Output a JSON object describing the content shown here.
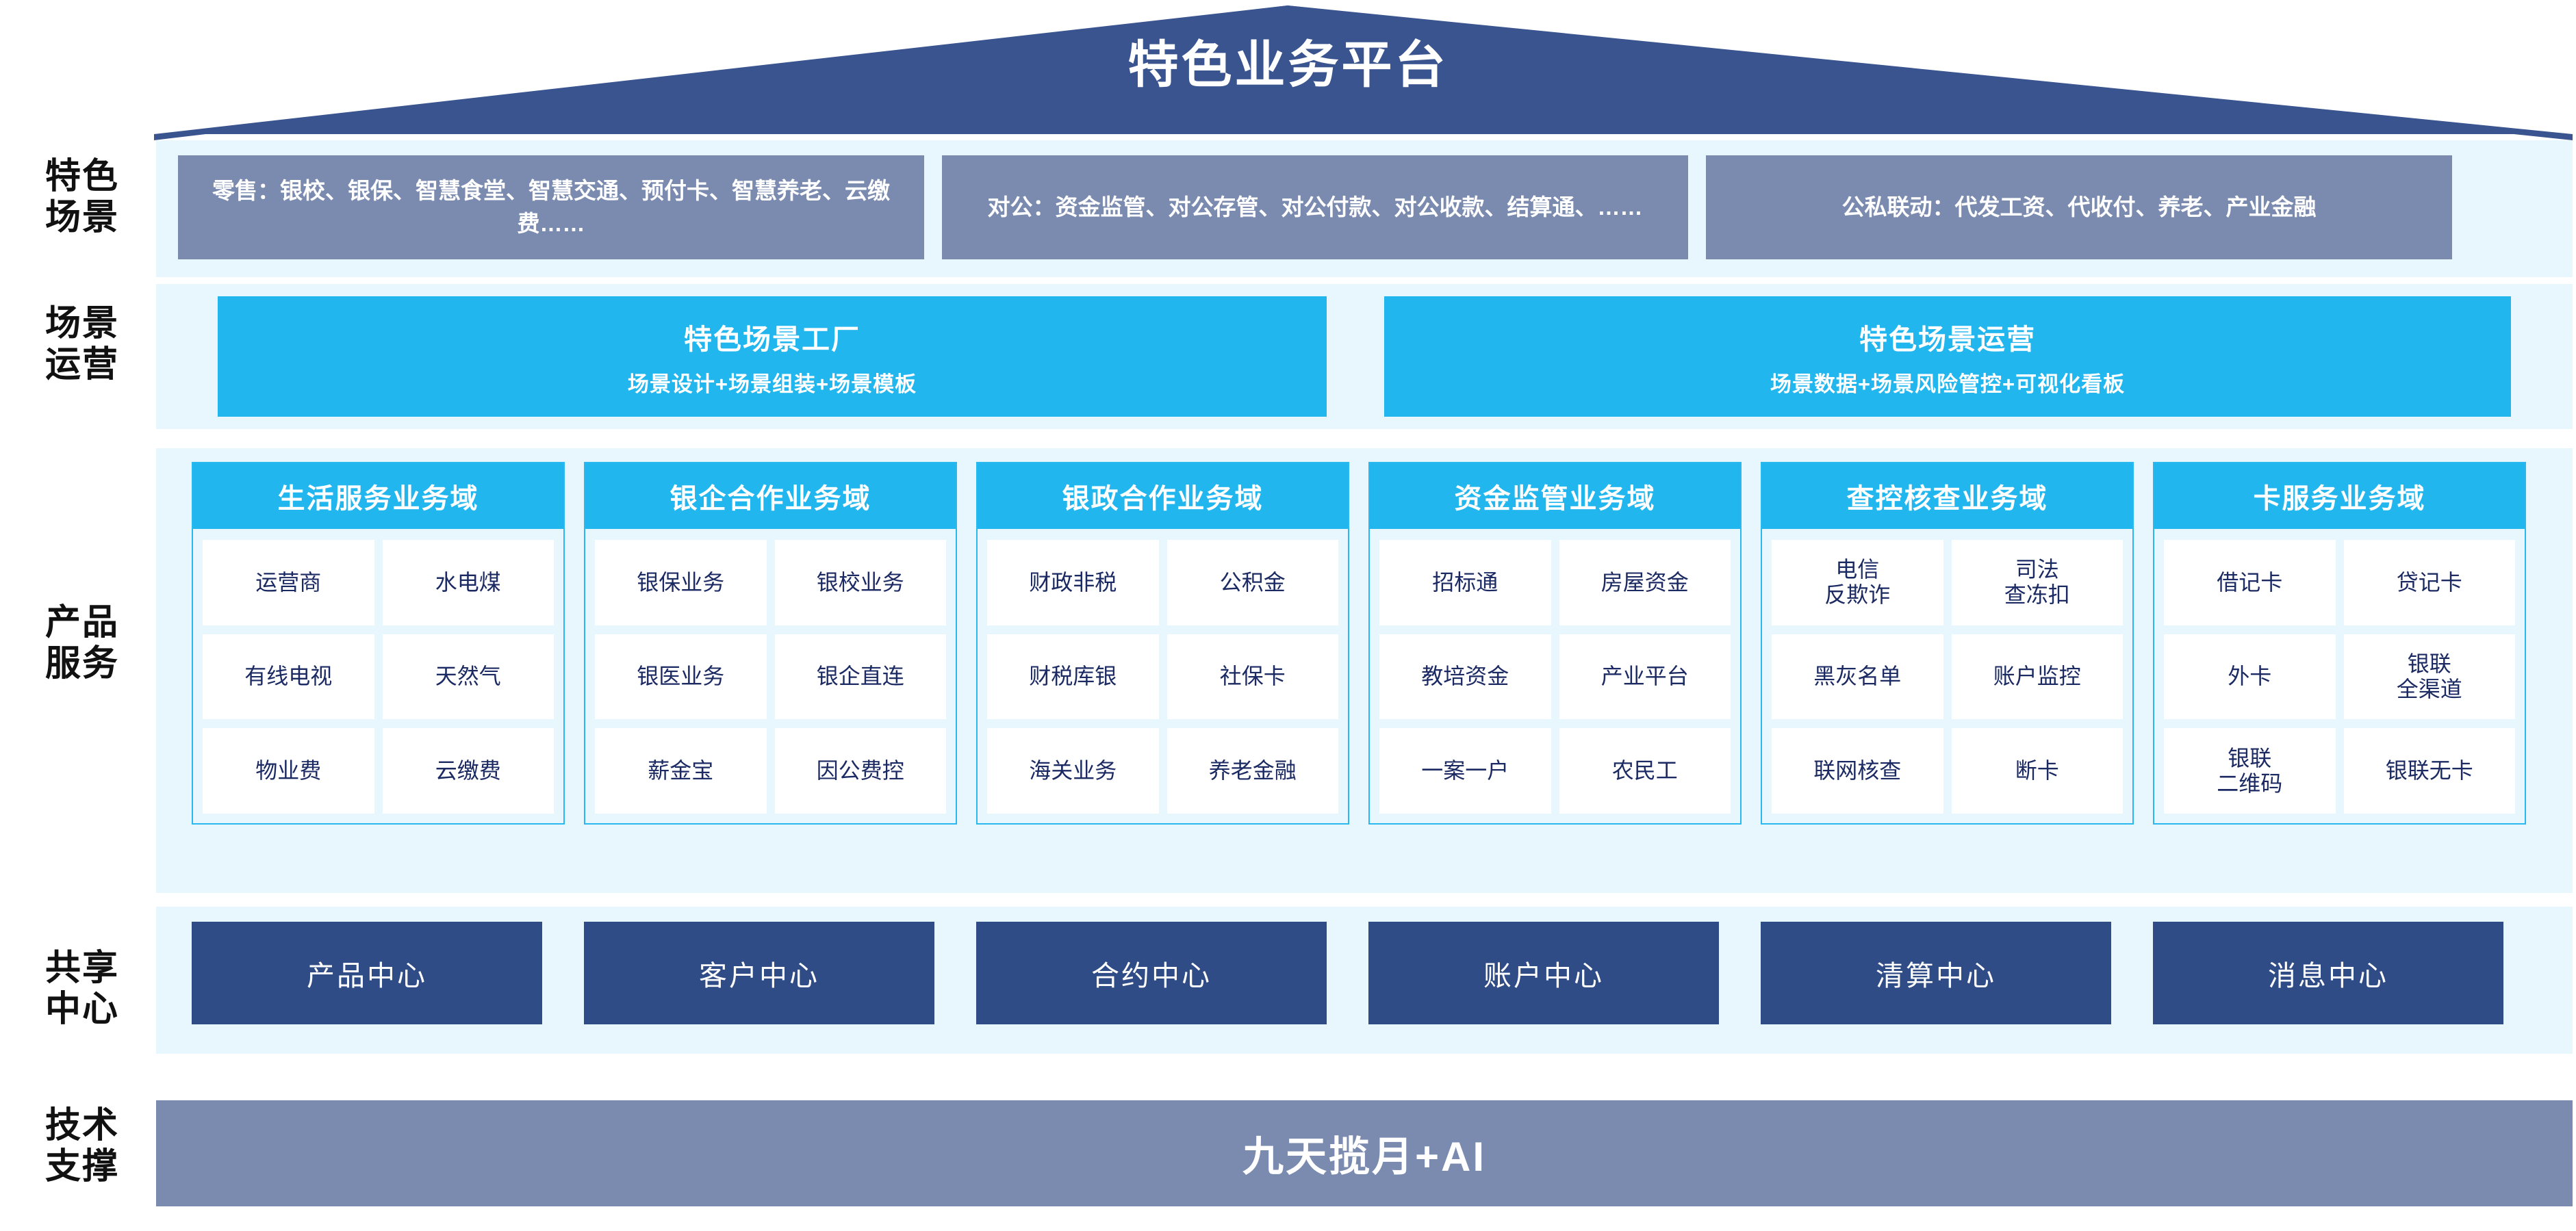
{
  "header": {
    "title": "特色业务平台",
    "roof_color": "#3a5490"
  },
  "row_labels": {
    "scenarios": "特色\n场景",
    "operations": "场景\n运营",
    "products": "产品\n服务",
    "shared_centers": "共享\n中心",
    "tech_support": "技术\n支撑"
  },
  "scenarios": {
    "boxes": [
      {
        "text": "零售：银校、银保、智慧食堂、智慧交通、预付卡、智慧养老、云缴费……"
      },
      {
        "text": "对公：资金监管、对公存管、对公付款、对公收款、结算通、……"
      },
      {
        "text": "公私联动：代发工资、代收付、养老、产业金融"
      }
    ],
    "box_color": "#7b8bb0"
  },
  "operations": {
    "boxes": [
      {
        "title": "特色场景工厂",
        "subtitle": "场景设计+场景组装+场景模板"
      },
      {
        "title": "特色场景运营",
        "subtitle": "场景数据+场景风险管控+可视化看板"
      }
    ],
    "box_color": "#22b6ef"
  },
  "products": {
    "header_color": "#22b6ef",
    "border_color": "#29b9f0",
    "columns": [
      {
        "title": "生活服务业务域",
        "items": [
          "运营商",
          "水电煤",
          "有线电视",
          "天然气",
          "物业费",
          "云缴费"
        ]
      },
      {
        "title": "银企合作业务域",
        "items": [
          "银保业务",
          "银校业务",
          "银医业务",
          "银企直连",
          "薪金宝",
          "因公费控"
        ]
      },
      {
        "title": "银政合作业务域",
        "items": [
          "财政非税",
          "公积金",
          "财税库银",
          "社保卡",
          "海关业务",
          "养老金融"
        ]
      },
      {
        "title": "资金监管业务域",
        "items": [
          "招标通",
          "房屋资金",
          "教培资金",
          "产业平台",
          "一案一户",
          "农民工"
        ]
      },
      {
        "title": "查控核查业务域",
        "items": [
          "电信\n反欺诈",
          "司法\n查冻扣",
          "黑灰名单",
          "账户监控",
          "联网核查",
          "断卡"
        ]
      },
      {
        "title": "卡服务业务域",
        "items": [
          "借记卡",
          "贷记卡",
          "外卡",
          "银联\n全渠道",
          "银联\n二维码",
          "银联无卡"
        ]
      }
    ]
  },
  "shared_centers": {
    "box_color": "#2f4c87",
    "items": [
      "产品中心",
      "客户中心",
      "合约中心",
      "账户中心",
      "清算中心",
      "消息中心"
    ]
  },
  "tech_support": {
    "label": "九天揽月+AI",
    "bar_color": "#7b8bb0"
  }
}
